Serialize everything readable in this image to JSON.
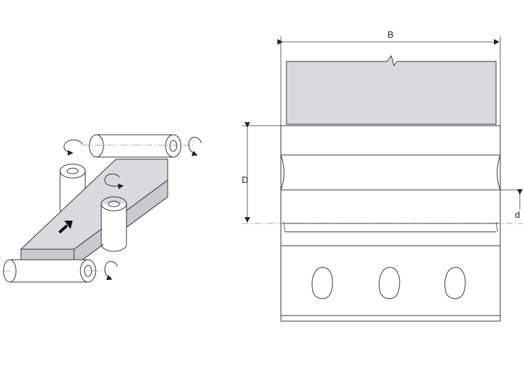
{
  "dimensions": {
    "width_label": "B",
    "height_label": "D",
    "depth_label": "d"
  },
  "colors": {
    "line": "#333333",
    "panel_fill": "#d9dadd",
    "background": "#ffffff"
  },
  "icons": [
    "rotation-arrow-icon",
    "feed-direction-arrow-icon"
  ]
}
